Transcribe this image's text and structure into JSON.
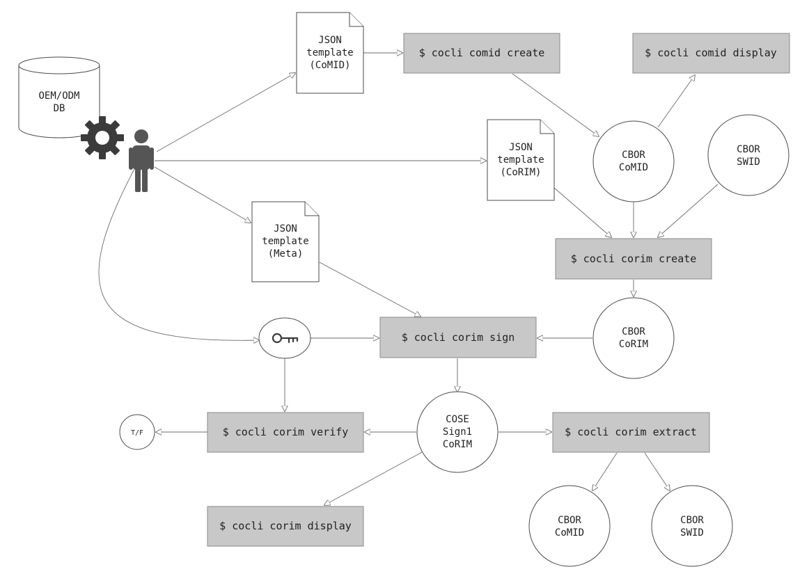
{
  "nodes": {
    "db": {
      "lines": [
        "OEM/ODM",
        "DB"
      ]
    },
    "tpl_comid": {
      "lines": [
        "JSON",
        "template",
        "(CoMID)"
      ]
    },
    "tpl_corim": {
      "lines": [
        "JSON",
        "template",
        "(CoRIM)"
      ]
    },
    "tpl_meta": {
      "lines": [
        "JSON",
        "template",
        "(Meta)"
      ]
    },
    "cmd_comid_create": {
      "label": "$ cocli comid create"
    },
    "cmd_comid_display": {
      "label": "$ cocli comid display"
    },
    "cmd_corim_create": {
      "label": "$ cocli corim create"
    },
    "cmd_corim_sign": {
      "label": "$ cocli corim sign"
    },
    "cmd_corim_verify": {
      "label": "$ cocli corim verify"
    },
    "cmd_corim_extract": {
      "label": "$ cocli corim extract"
    },
    "cmd_corim_display": {
      "label": "$ cocli corim display"
    },
    "cbor_comid": {
      "lines": [
        "CBOR",
        "CoMID"
      ]
    },
    "cbor_swid": {
      "lines": [
        "CBOR",
        "SWID"
      ]
    },
    "cbor_corim": {
      "lines": [
        "CBOR",
        "CoRIM"
      ]
    },
    "cose_corim": {
      "lines": [
        "COSE",
        "Sign1",
        "CoRIM"
      ]
    },
    "out_comid": {
      "lines": [
        "CBOR",
        "CoMID"
      ]
    },
    "out_swid": {
      "lines": [
        "CBOR",
        "SWID"
      ]
    },
    "tf": {
      "label": "T/F"
    }
  },
  "icons": {
    "gear": "gear-icon",
    "person": "person-icon",
    "key": "key-icon"
  },
  "colors": {
    "box_fill": "#c8c8c8",
    "stroke": "#4a4a4a",
    "icon": "#3b3b3b"
  }
}
